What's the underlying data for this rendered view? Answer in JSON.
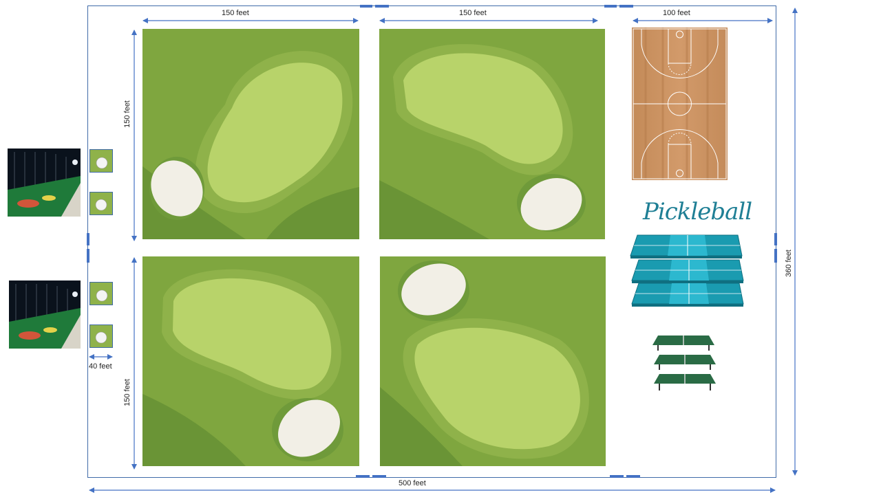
{
  "dimensions": {
    "top_left_width": "150 feet",
    "top_right_width": "150 feet",
    "court_strip_width": "100 feet",
    "left_upper_height": "150 feet",
    "left_lower_height": "150 feet",
    "total_height": "360 feet",
    "total_width": "500 feet",
    "bay_depth": "40 feet"
  },
  "sports": {
    "pickleball_title": "Pickleball"
  },
  "colors": {
    "outline": "#3f6aa8",
    "arrow": "#4472c4",
    "fairway": "#6f9a3a",
    "green": "#b9d46a",
    "sand": "#f2efe6",
    "court_wood": "#c99061",
    "pickleball_court": "#1a9bb0",
    "table_green": "#2a6b45"
  },
  "icons": [
    "golf-green-image",
    "basketball-court-image",
    "pickleball-courts-image",
    "ping-pong-tables-image",
    "driving-range-image",
    "golf-ball-icon"
  ]
}
